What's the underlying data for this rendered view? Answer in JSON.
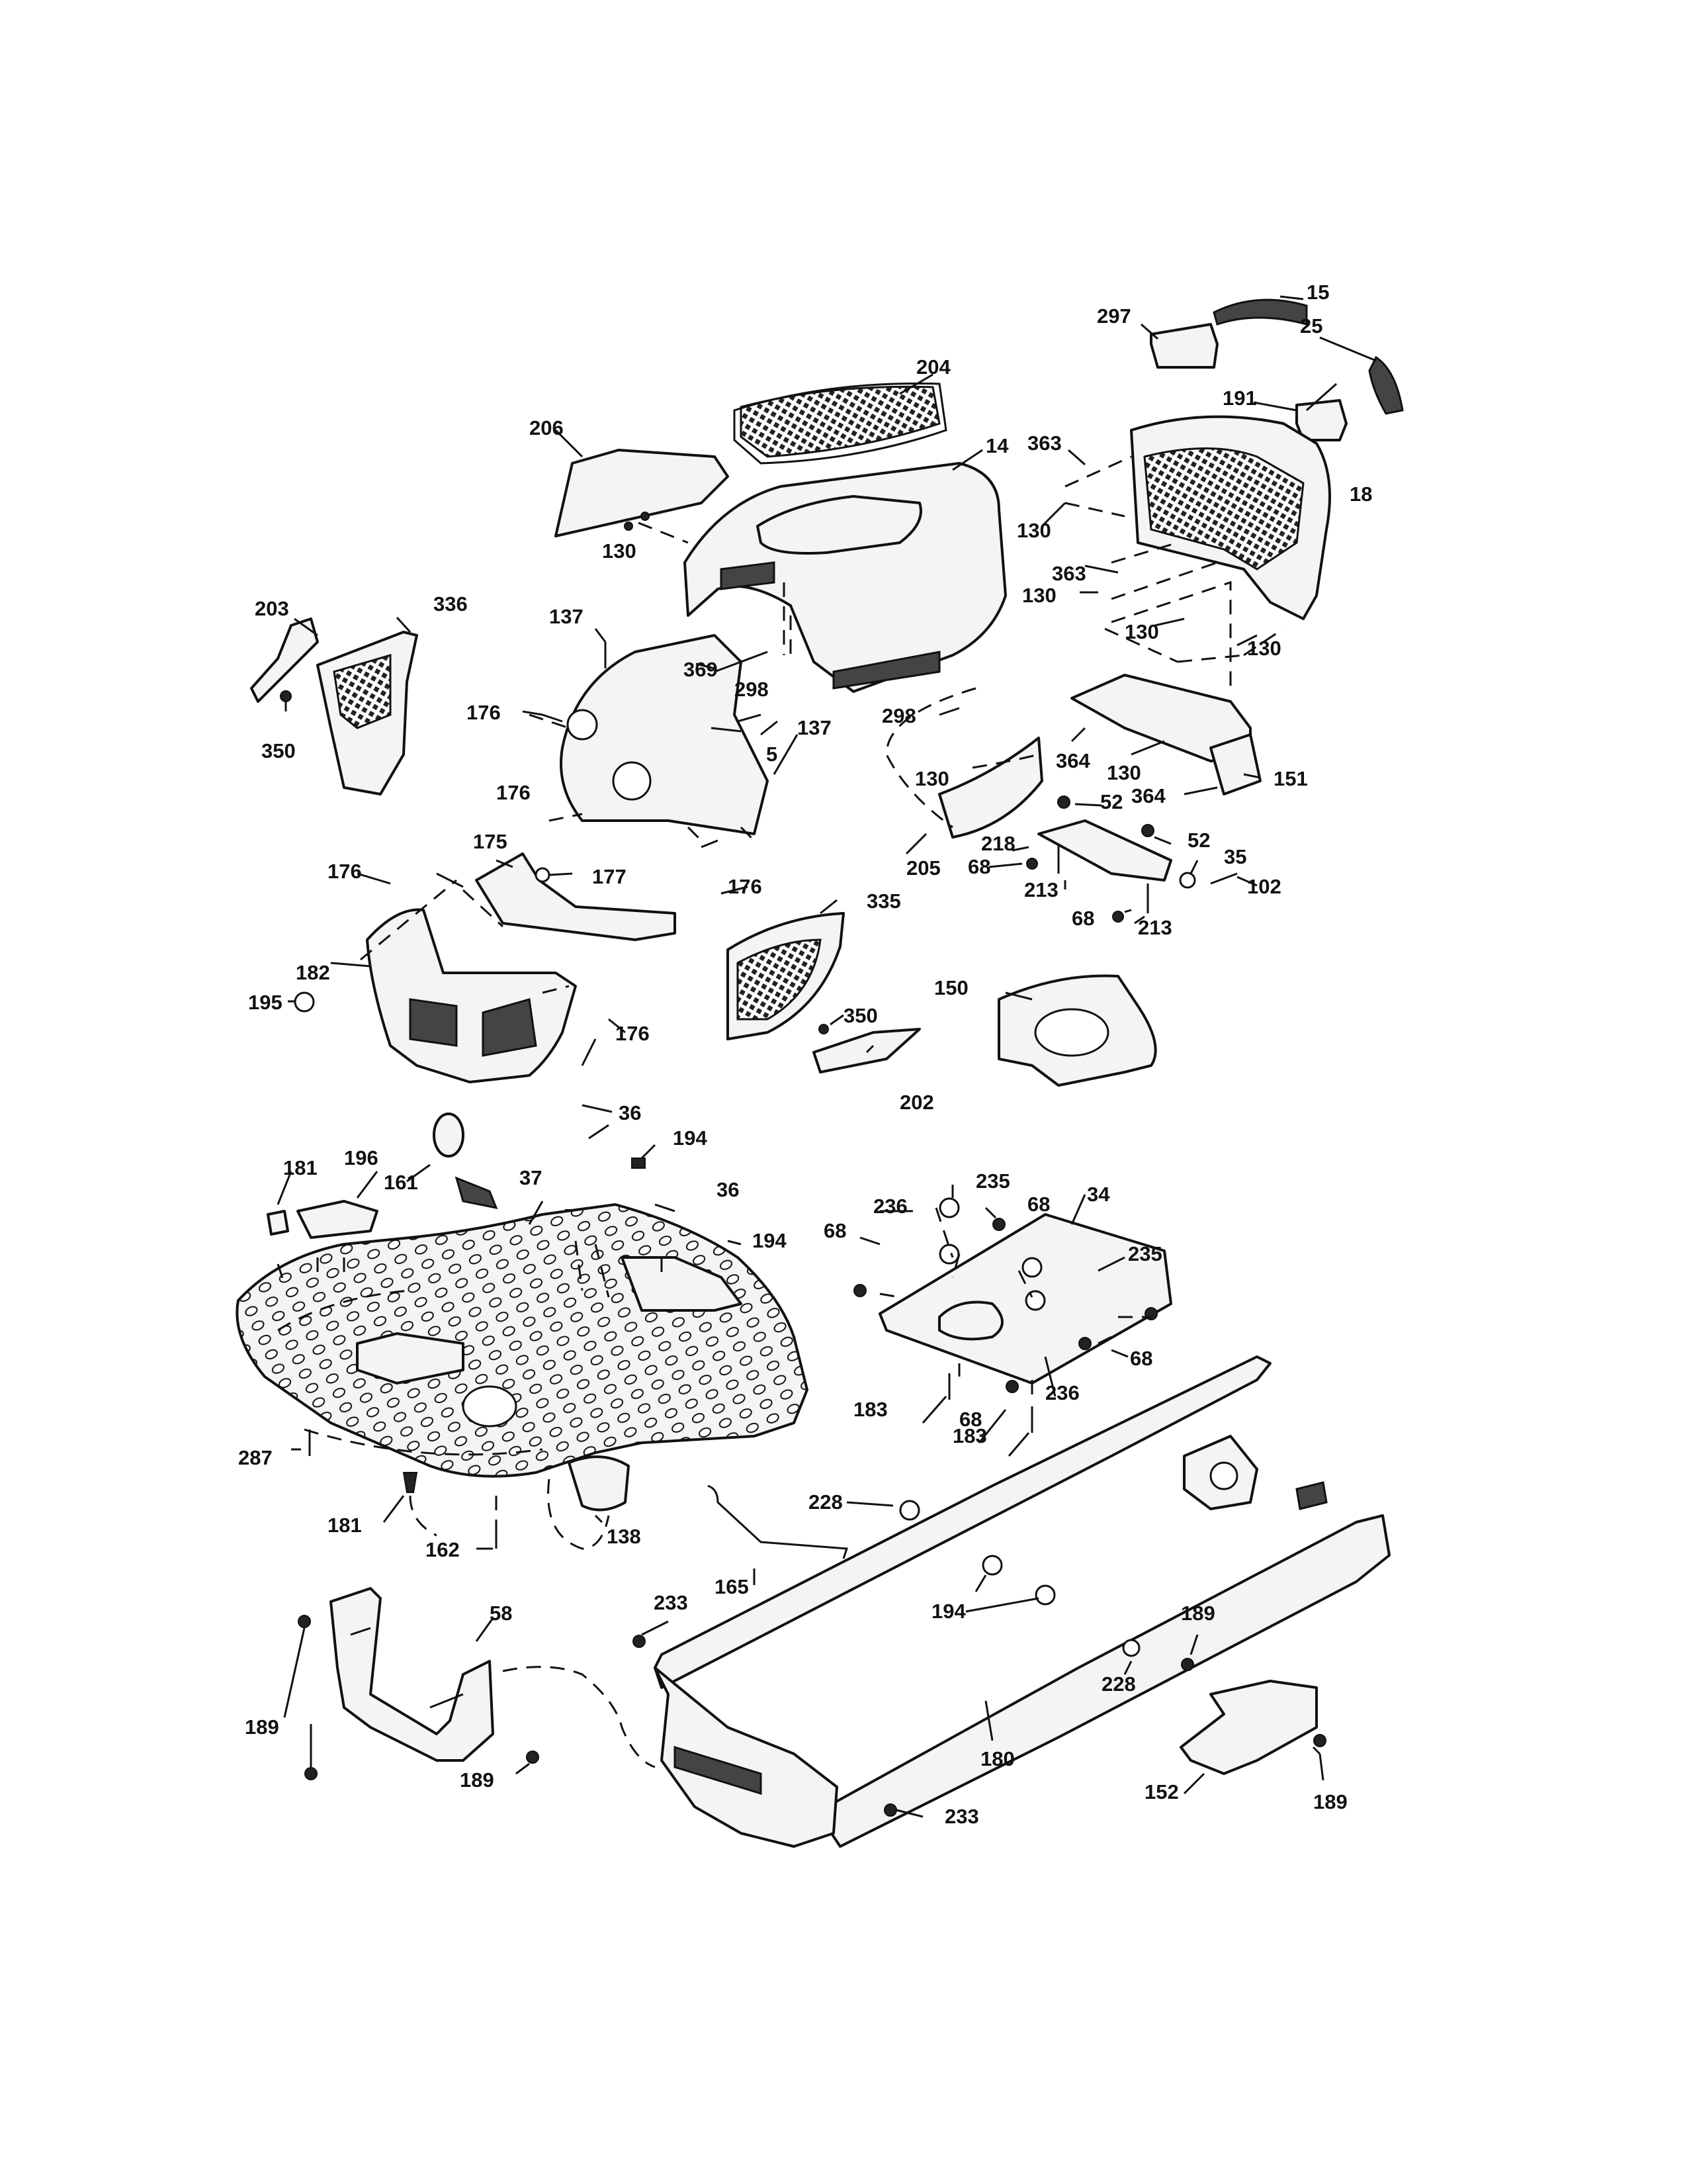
{
  "callouts": {
    "c15": "15",
    "c297": "297",
    "c25": "25",
    "c191": "191",
    "c204": "204",
    "c206": "206",
    "c14": "14",
    "c363a": "363",
    "c18": "18",
    "c130a": "130",
    "c130b": "130",
    "c363b": "363",
    "c130c": "130",
    "c130d": "130",
    "c130e": "130",
    "c203": "203",
    "c336": "336",
    "c137a": "137",
    "c369": "369",
    "c298a": "298",
    "c298b": "298",
    "c137b": "137",
    "c5": "5",
    "c176a": "176",
    "c350a": "350",
    "c364a": "364",
    "c130f": "130",
    "c130g": "130",
    "c151": "151",
    "c176b": "176",
    "c52a": "52",
    "c364b": "364",
    "c52b": "52",
    "c218": "218",
    "c68a": "68",
    "c175": "175",
    "c177": "177",
    "c205": "205",
    "c213a": "213",
    "c35": "35",
    "c176c": "176",
    "c102": "102",
    "c176d": "176",
    "c68b": "68",
    "c213b": "213",
    "c335": "335",
    "c182": "182",
    "c195": "195",
    "c150": "150",
    "c350b": "350",
    "c176e": "176",
    "c202": "202",
    "c36a": "36",
    "c194a": "194",
    "c196": "196",
    "c181a": "181",
    "c161": "161",
    "c37": "37",
    "c36b": "36",
    "c235a": "235",
    "c236a": "236",
    "c68c": "68",
    "c34": "34",
    "c194b": "194",
    "c68d": "68",
    "c235b": "235",
    "c68e": "68",
    "c236b": "236",
    "c183a": "183",
    "c68f": "68",
    "c183b": "183",
    "c287": "287",
    "c228a": "228",
    "c181b": "181",
    "c162": "162",
    "c138": "138",
    "c165": "165",
    "c233a": "233",
    "c194c": "194",
    "c58": "58",
    "c189a": "189",
    "c228b": "228",
    "c189b": "189",
    "c180": "180",
    "c189c": "189",
    "c152": "152",
    "c189d": "189",
    "c233b": "233"
  }
}
